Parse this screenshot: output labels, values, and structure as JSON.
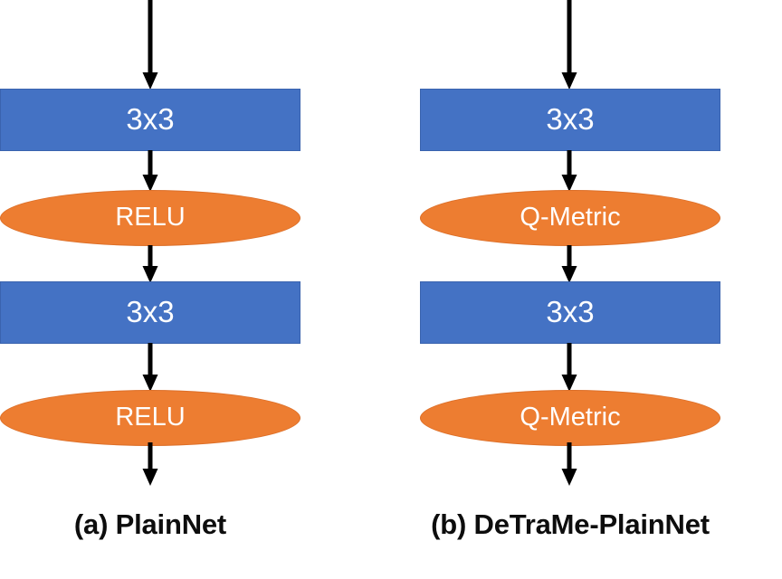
{
  "figure": {
    "background_color": "#FFFFFF",
    "conv_color": "#4472C4",
    "activation_color": "#ED7D31",
    "arrow_color": "#000000",
    "text_color_on_shape": "#FFFFFF",
    "caption_color": "#0D0D0D"
  },
  "columns": [
    {
      "id": "plainnet",
      "caption": "(a) PlainNet",
      "nodes": [
        {
          "kind": "conv",
          "label": "3x3"
        },
        {
          "kind": "activation",
          "label": "RELU"
        },
        {
          "kind": "conv",
          "label": "3x3"
        },
        {
          "kind": "activation",
          "label": "RELU"
        }
      ],
      "arrows": [
        {
          "name": "input-arrow"
        },
        {
          "name": "conv1-to-relu1-arrow"
        },
        {
          "name": "relu1-to-conv2-arrow"
        },
        {
          "name": "conv2-to-relu2-arrow"
        },
        {
          "name": "output-arrow"
        }
      ]
    },
    {
      "id": "detrame-plainnet",
      "caption": "(b) DeTraMe-PlainNet",
      "nodes": [
        {
          "kind": "conv",
          "label": "3x3"
        },
        {
          "kind": "activation",
          "label": "Q-Metric"
        },
        {
          "kind": "conv",
          "label": "3x3"
        },
        {
          "kind": "activation",
          "label": "Q-Metric"
        }
      ],
      "arrows": [
        {
          "name": "input-arrow"
        },
        {
          "name": "conv1-to-qmetric1-arrow"
        },
        {
          "name": "qmetric1-to-conv2-arrow"
        },
        {
          "name": "conv2-to-qmetric2-arrow"
        },
        {
          "name": "output-arrow"
        }
      ]
    }
  ]
}
